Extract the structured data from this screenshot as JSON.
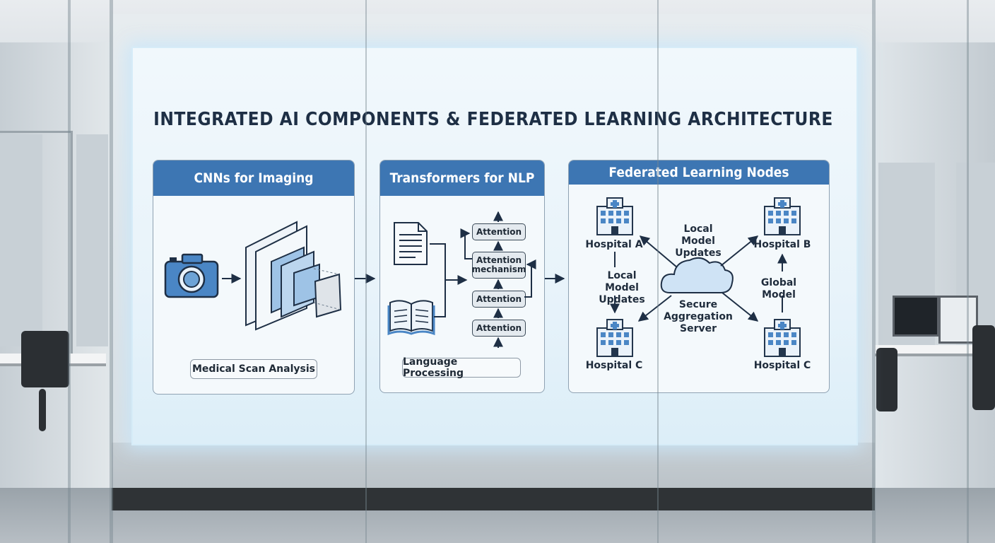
{
  "title": "INTEGRATED AI COMPONENTS & FEDERATED LEARNING ARCHITECTURE",
  "colors": {
    "header_blue": "#3d76b3",
    "screen_bg": "#eef6fb",
    "ink": "#1f2c3c",
    "icon_blue": "#4a86c5",
    "arrow": "#1e2f45"
  },
  "panels": {
    "cnn": {
      "header": "CNNs for Imaging",
      "caption": "Medical Scan Analysis",
      "icons": [
        "camera-icon",
        "cnn-layers-icon"
      ]
    },
    "nlp": {
      "header": "Transformers for NLP",
      "caption": "Language Processing",
      "icons": [
        "document-icon",
        "open-book-icon"
      ],
      "blocks": [
        "Attention",
        "Attention mechanism",
        "Attention",
        "Attention"
      ]
    },
    "federated": {
      "header": "Federated Learning Nodes",
      "hospital_a": "Hospital A",
      "hospital_b": "Hospital B",
      "hospital_c_left": "Hospital C",
      "hospital_c_right": "Hospital C",
      "local_updates_top": "Local Model Updates",
      "local_updates_left": "Local Model Updates",
      "global_model": "Global Model",
      "server": "Secure Aggregation Server",
      "icons": [
        "hospital-icon",
        "cloud-icon"
      ]
    }
  }
}
